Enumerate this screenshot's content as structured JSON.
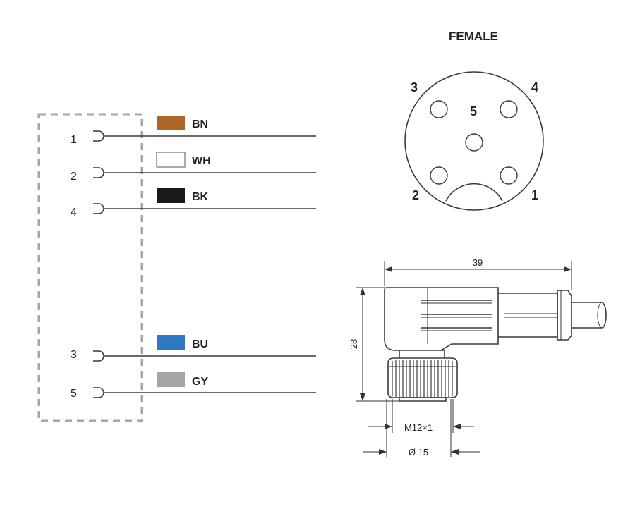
{
  "schematic": {
    "wires": [
      {
        "pin": "1",
        "code": "BN",
        "color": "#b0652a"
      },
      {
        "pin": "2",
        "code": "WH",
        "color": "#ffffff"
      },
      {
        "pin": "4",
        "code": "BK",
        "color": "#1a1a1a"
      },
      {
        "pin": "3",
        "code": "BU",
        "color": "#2f77c1"
      },
      {
        "pin": "5",
        "code": "GY",
        "color": "#a6a6a6"
      }
    ]
  },
  "face": {
    "title": "FEMALE",
    "pins": {
      "p3": "3",
      "p4": "4",
      "p5": "5",
      "p2": "2",
      "p1": "1"
    }
  },
  "dimensions": {
    "length": "39",
    "height": "28",
    "thread": "M12×1",
    "diameter": "Ø 15"
  }
}
